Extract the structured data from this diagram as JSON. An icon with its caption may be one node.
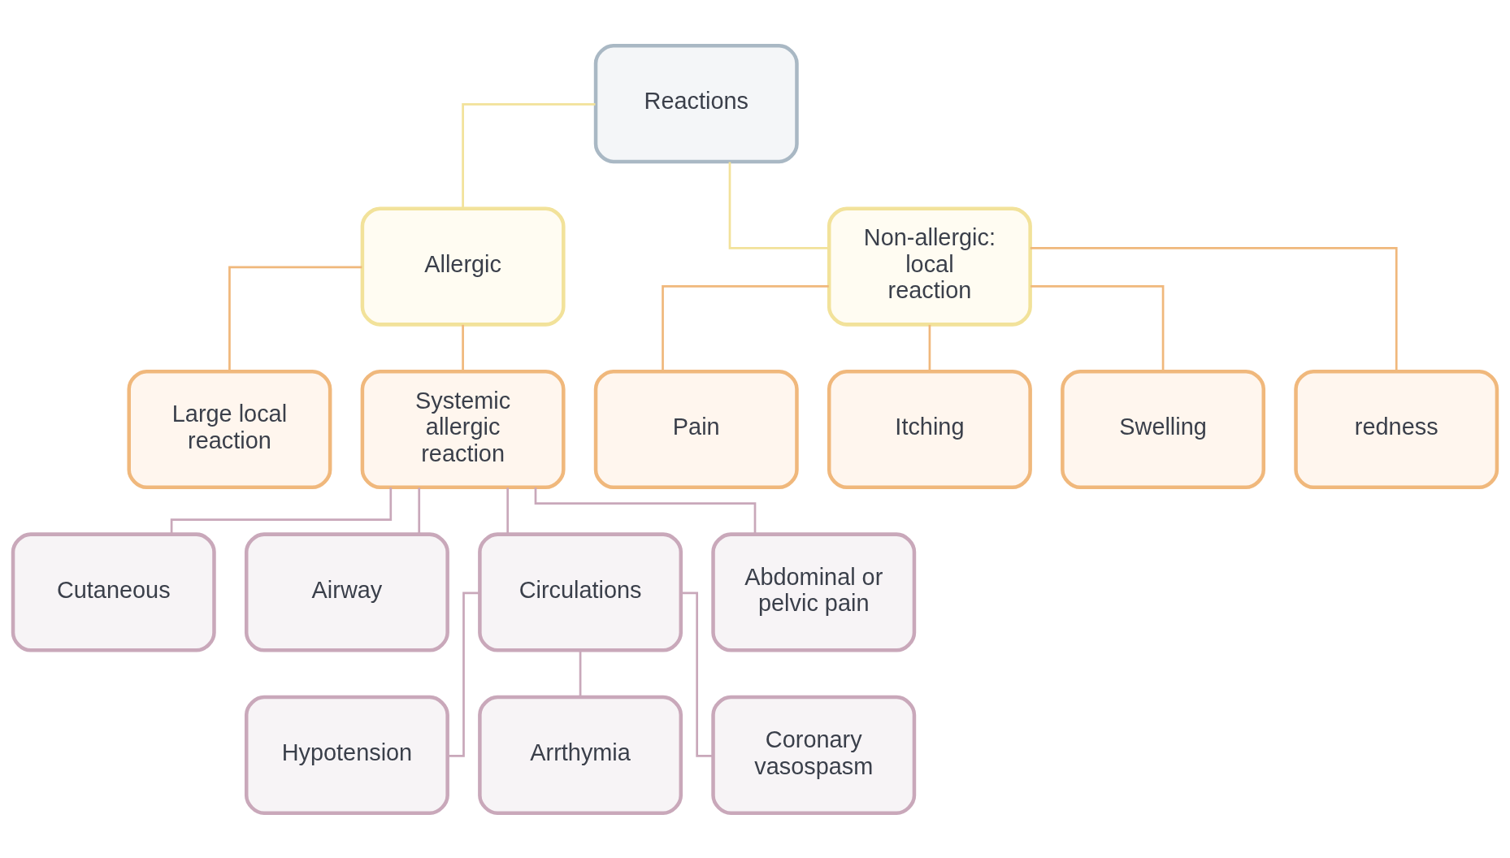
{
  "diagram": {
    "nodes": [
      {
        "text": [
          "Reactions"
        ]
      },
      {
        "text": [
          "Allergic"
        ]
      },
      {
        "text": [
          "Non-allergic: local reaction"
        ]
      },
      {
        "text": [
          "Large local reaction"
        ]
      },
      {
        "text": [
          "Systemic allergic reaction"
        ]
      },
      {
        "text": [
          "Pain"
        ]
      },
      {
        "text": [
          "Itching"
        ]
      },
      {
        "text": [
          "Swelling"
        ]
      },
      {
        "text": [
          "redness"
        ]
      },
      {
        "text": [
          "Cutaneous"
        ]
      },
      {
        "text": [
          "Airway"
        ]
      },
      {
        "text": [
          "Circulations"
        ]
      },
      {
        "text": [
          "Abdominal or pelvic pain"
        ]
      },
      {
        "text": [
          "Hypotension"
        ]
      },
      {
        "text": [
          "Arrthymia"
        ]
      },
      {
        "text": [
          "Coronary vasospasm"
        ]
      }
    ],
    "edges": [
      {
        "from": 0,
        "to": 1,
        "arrow": "none",
        "color": "#f2e29a"
      },
      {
        "from": 0,
        "to": 2,
        "arrow": "none",
        "color": "#f2e29a"
      },
      {
        "from": 1,
        "to": 3,
        "arrow": "none",
        "color": "#f0b87c"
      },
      {
        "from": 1,
        "to": 4,
        "arrow": "none",
        "color": "#f0b87c"
      },
      {
        "from": 2,
        "to": 5,
        "arrow": "none",
        "color": "#f0b87c"
      },
      {
        "from": 2,
        "to": 6,
        "arrow": "none",
        "color": "#f0b87c"
      },
      {
        "from": 2,
        "to": 7,
        "arrow": "none",
        "color": "#f0b87c"
      },
      {
        "from": 2,
        "to": 8,
        "arrow": "none",
        "color": "#f0b87c"
      },
      {
        "from": 4,
        "to": 9,
        "arrow": "none"
      },
      {
        "from": 4,
        "to": 10,
        "arrow": "none"
      },
      {
        "from": 4,
        "to": 11,
        "arrow": "none"
      },
      {
        "from": 4,
        "to": 12,
        "arrow": "none"
      },
      {
        "from": 11,
        "to": 13,
        "arrow": "none"
      },
      {
        "from": 11,
        "to": 14,
        "arrow": "none"
      },
      {
        "from": 11,
        "to": 15,
        "arrow": "none"
      }
    ]
  }
}
